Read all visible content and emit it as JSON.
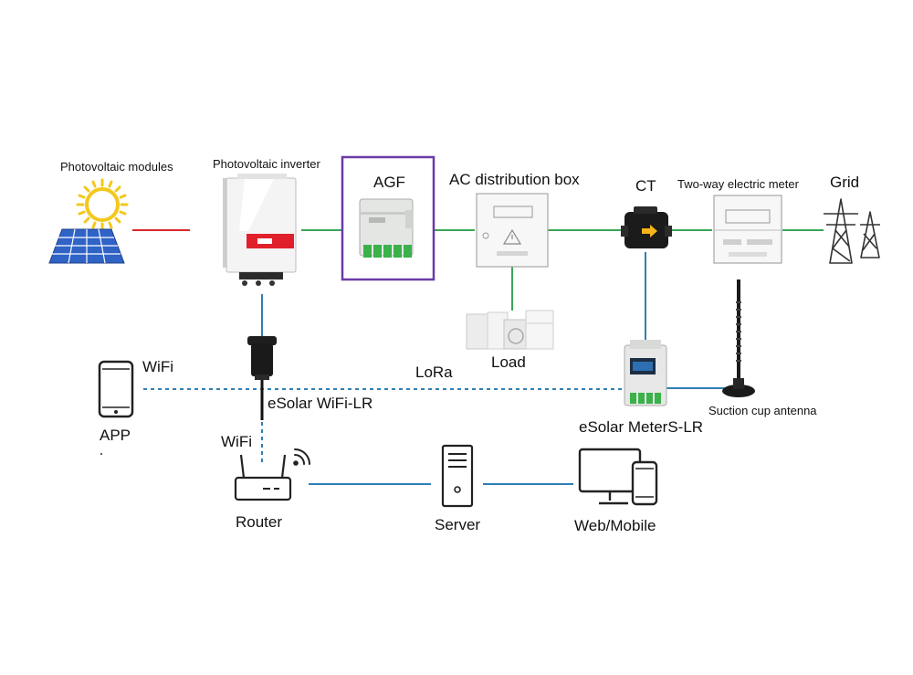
{
  "labels": {
    "pv_modules": "Photovoltaic modules",
    "pv_inverter": "Photovoltaic inverter",
    "agf": "AGF",
    "ac_box": "AC distribution box",
    "ct": "CT",
    "meter": "Two-way electric meter",
    "grid": "Grid",
    "load": "Load",
    "wifi_app": "WiFi",
    "lora": "LoRa",
    "app": "APP",
    "esolar_wifi": "eSolar WiFi-LR",
    "wifi_router": "WiFi",
    "antenna": "Suction cup antenna",
    "esolar_meter": "eSolar MeterS-LR",
    "router": "Router",
    "server": "Server",
    "web_mobile": "Web/Mobile"
  },
  "colors": {
    "dc_line": "#d9262c",
    "ac_line": "#3aa657",
    "comm_line": "#2f7fb5",
    "agf_highlight": "#6a3aa8",
    "inverter_accent": "#e0202a",
    "panel_blue": "#2f63c6",
    "sun_yellow": "#f2c81c",
    "terminal_green": "#3bb14a"
  },
  "icons": {
    "sun": "sun-icon",
    "solar_panel": "solar-panel-icon",
    "inverter": "inverter-icon",
    "agf": "agf-module-icon",
    "ac_box": "distribution-box-icon",
    "ct": "current-transformer-icon",
    "meter": "electric-meter-icon",
    "grid": "transmission-tower-icon",
    "load": "appliances-icon",
    "phone": "smartphone-icon",
    "dongle": "wifi-dongle-icon",
    "meter_s": "din-meter-icon",
    "antenna": "antenna-icon",
    "router": "router-icon",
    "wifi_signal": "wifi-signal-icon",
    "server": "server-icon",
    "web_mobile": "monitor-phone-icon"
  }
}
